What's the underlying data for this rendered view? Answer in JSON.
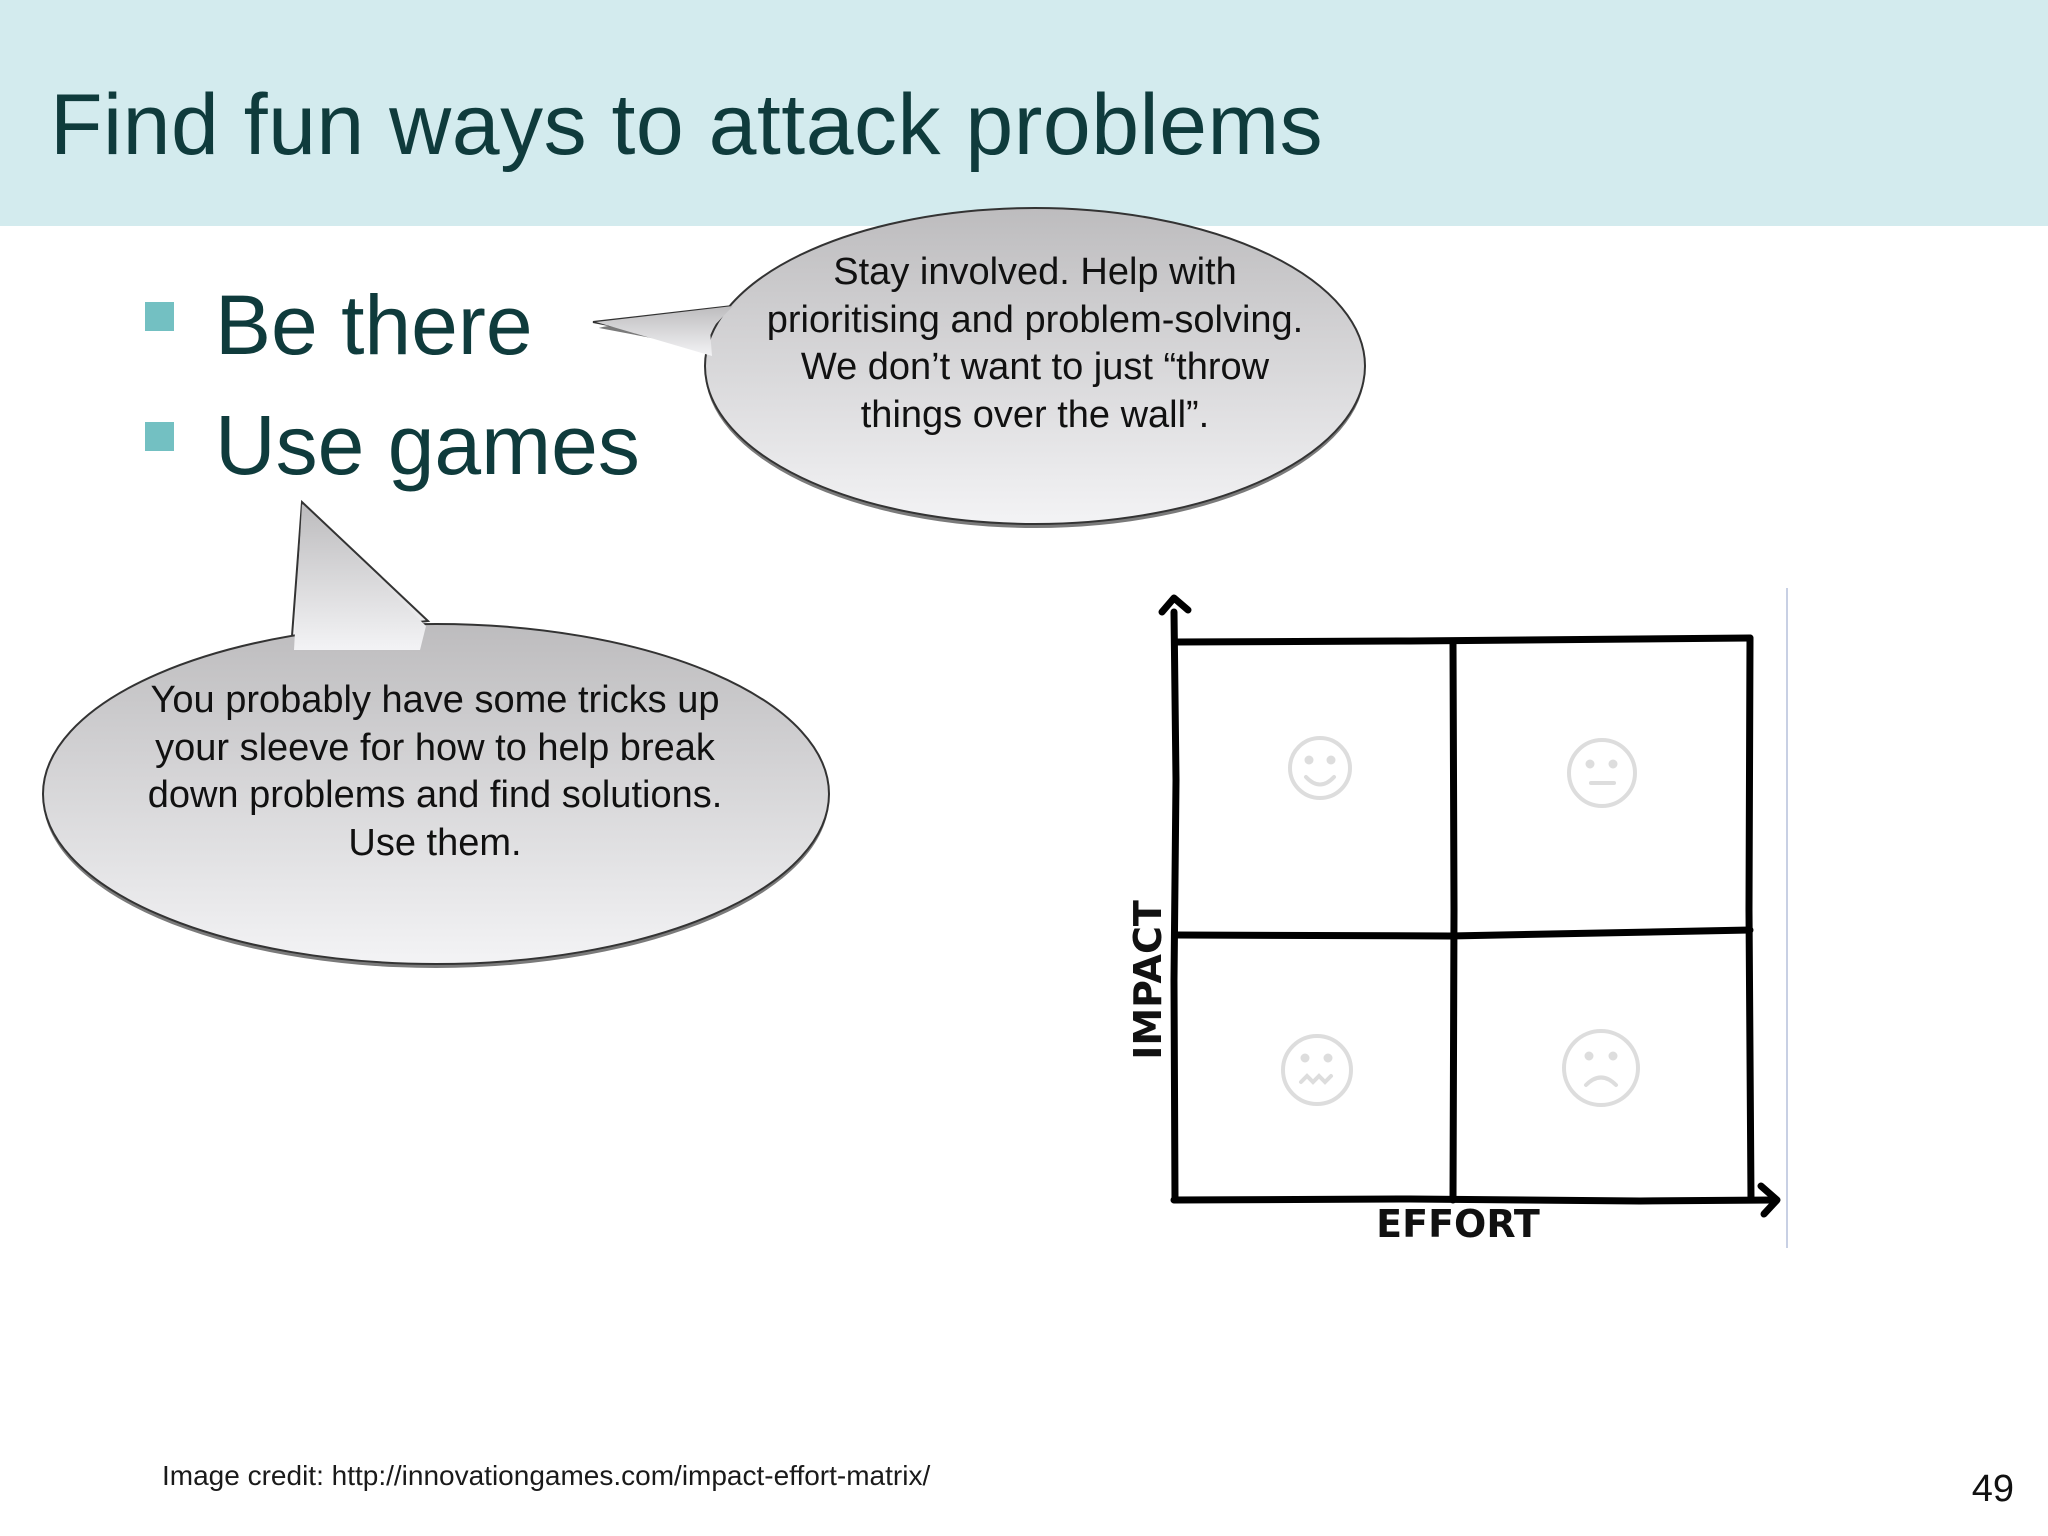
{
  "slide": {
    "title": "Find fun ways to attack problems",
    "bullets": [
      {
        "label": "Be there"
      },
      {
        "label": "Use games"
      }
    ],
    "callouts": [
      {
        "text": "Stay involved. Help with prioritising and problem-solving. We don’t want to just “throw things over the wall”."
      },
      {
        "text": "You probably have some tricks up your sleeve for how to help break down problems and find solutions. Use them."
      }
    ],
    "matrix": {
      "y_label": "IMPACT",
      "x_label": "EFFORT",
      "quadrant_icons": [
        "smile-face-icon",
        "neutral-face-icon",
        "wavy-mouth-face-icon",
        "frown-face-icon"
      ]
    },
    "credit": "Image credit: http://innovationgames.com/impact-effort-matrix/",
    "page_number": "49"
  },
  "colors": {
    "header_bg": "#d3ebee",
    "title_text": "#0f3b3c",
    "bullet_marker": "#73c0c2"
  }
}
